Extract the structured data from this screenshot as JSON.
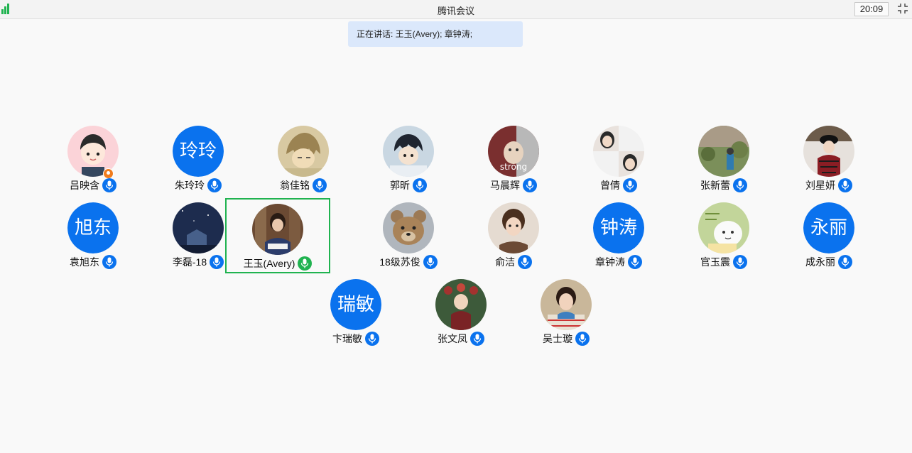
{
  "window": {
    "title": "腾讯会议",
    "time": "20:09"
  },
  "speaking": {
    "text": "正在讲话: 王玉(Avery); 章钟涛;"
  },
  "colors": {
    "accent": "#0a72ee",
    "active": "#20b350",
    "host": "#f07c1e"
  },
  "participants": [
    {
      "name": "吕映含",
      "avatar": "photo",
      "icon": "cartoon-avatar-icon",
      "host": true,
      "mic": "blue"
    },
    {
      "name": "朱玲玲",
      "avatar_text": "玲玲",
      "mic": "blue"
    },
    {
      "name": "翁佳铭",
      "avatar": "photo",
      "icon": "anime-avatar-icon",
      "mic": "blue"
    },
    {
      "name": "郭昕",
      "avatar": "photo",
      "icon": "anime-boy-avatar-icon",
      "mic": "blue"
    },
    {
      "name": "马晨辉",
      "avatar": "photo",
      "icon": "cat-avatar-icon",
      "photo_text": "strong",
      "mic": "blue"
    },
    {
      "name": "曾倩",
      "avatar": "photo",
      "icon": "portrait-avatar-icon",
      "mic": "blue"
    },
    {
      "name": "张新蕾",
      "avatar": "photo",
      "icon": "garden-avatar-icon",
      "mic": "blue"
    },
    {
      "name": "刘星妍",
      "avatar": "photo",
      "icon": "portrait-avatar-icon",
      "mic": "blue"
    },
    {
      "name": "袁旭东",
      "avatar_text": "旭东",
      "mic": "blue"
    },
    {
      "name": "李磊-18",
      "avatar": "photo",
      "icon": "night-sky-avatar-icon",
      "mic": "blue"
    },
    {
      "name": "王玉(Avery)",
      "avatar": "photo",
      "icon": "portrait-avatar-icon",
      "mic": "green",
      "active": true
    },
    {
      "name": "18级苏俊",
      "avatar": "photo",
      "icon": "teddy-bear-avatar-icon",
      "mic": "blue"
    },
    {
      "name": "俞洁",
      "avatar": "photo",
      "icon": "portrait-avatar-icon",
      "mic": "blue"
    },
    {
      "name": "章钟涛",
      "avatar_text": "钟涛",
      "mic": "blue"
    },
    {
      "name": "官玉震",
      "avatar": "photo",
      "icon": "cartoon-avatar-icon",
      "mic": "blue"
    },
    {
      "name": "成永丽",
      "avatar_text": "永丽",
      "mic": "blue"
    },
    {
      "name": "卞瑞敏",
      "avatar_text": "瑞敏",
      "mic": "blue"
    },
    {
      "name": "张文凤",
      "avatar": "photo",
      "icon": "portrait-avatar-icon",
      "mic": "blue"
    },
    {
      "name": "吴士璇",
      "avatar": "photo",
      "icon": "portrait-avatar-icon",
      "mic": "blue"
    }
  ]
}
